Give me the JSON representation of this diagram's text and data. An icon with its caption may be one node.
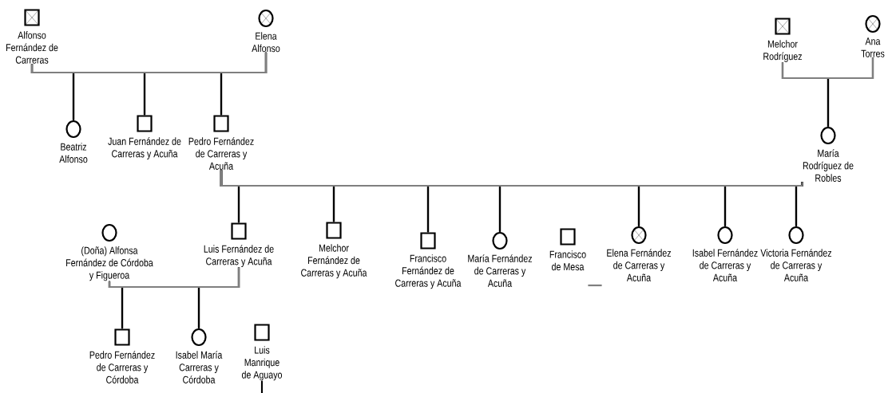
{
  "diagram": {
    "nodes": [
      {
        "text": [],
        "shape": "crossed-box",
        "beside": [
          "Alfonso Fernández de Carreras"
        ]
      },
      {
        "text": [],
        "shape": "crossed-circle",
        "beside": [
          "Elena Alfonso"
        ]
      },
      {
        "text": [],
        "shape": "crossed-box",
        "beside": [
          "Melchor Rodríguez"
        ]
      },
      {
        "text": [],
        "shape": "crossed-circle",
        "beside": [
          "Ana Torres"
        ]
      },
      {
        "text": [],
        "shape": "circle",
        "beside": [
          "Beatriz Alfonso"
        ]
      },
      {
        "text": [],
        "shape": "box",
        "beside": [
          "Juan Fernández de Carreras y Acuña"
        ]
      },
      {
        "text": [],
        "shape": "box",
        "beside": [
          "Pedro Fernández de Carreras y Acuña"
        ]
      },
      {
        "text": [],
        "shape": "circle",
        "beside": [
          "María Rodríguez de Robles"
        ]
      },
      {
        "text": [],
        "shape": "circle",
        "beside": [
          "(Doña) Alfonsa Fernández de Córdoba y Figueroa"
        ]
      },
      {
        "text": [],
        "shape": "box",
        "beside": [
          "Luis Fernández de Carreras y Acuña"
        ]
      },
      {
        "text": [],
        "shape": "box",
        "beside": [
          "Melchor Fernández de Carreras y Acuña"
        ]
      },
      {
        "text": [],
        "shape": "box",
        "beside": [
          "Francisco Fernández de Carreras y Acuña"
        ]
      },
      {
        "text": [],
        "shape": "circle",
        "beside": [
          "María Fernández de Carreras y Acuña"
        ]
      },
      {
        "text": [],
        "shape": "box",
        "beside": [
          "Francisco de Mesa"
        ]
      },
      {
        "text": [],
        "shape": "crossed-circle",
        "beside": [
          "Elena Fernández de Carreras y Acuña"
        ]
      },
      {
        "text": [],
        "shape": "circle",
        "beside": [
          "Isabel Fernández de Carreras y Acuña"
        ]
      },
      {
        "text": [],
        "shape": "circle",
        "beside": [
          "Victoria Fernández de Carreras y Acuña"
        ]
      },
      {
        "text": [],
        "shape": "box",
        "beside": [
          "Pedro Fernández de Carreras y Córdoba"
        ]
      },
      {
        "text": [],
        "shape": "circle",
        "beside": [
          "Isabel María Carreras y Córdoba"
        ]
      },
      {
        "text": [],
        "shape": "box",
        "beside": [
          "Luis Manrique de Aguayo"
        ]
      }
    ],
    "edges": [
      {
        "from": 0,
        "to": 1,
        "arrow": "none",
        "color": "#7f7f7f"
      },
      {
        "from": 2,
        "to": 3,
        "arrow": "none",
        "color": "#7f7f7f"
      },
      {
        "from": 6,
        "to": 7,
        "arrow": "none",
        "color": "#7f7f7f"
      },
      {
        "from": 8,
        "to": 9,
        "arrow": "none",
        "color": "#7f7f7f"
      },
      {
        "from": 13,
        "to": 14,
        "arrow": "none",
        "color": "#7f7f7f"
      },
      {
        "from": 0,
        "to": 4,
        "arrow": "none"
      },
      {
        "from": 1,
        "to": 4,
        "arrow": "none"
      },
      {
        "from": 0,
        "to": 5,
        "arrow": "none"
      },
      {
        "from": 1,
        "to": 5,
        "arrow": "none"
      },
      {
        "from": 0,
        "to": 6,
        "arrow": "none"
      },
      {
        "from": 1,
        "to": 6,
        "arrow": "none"
      },
      {
        "from": 2,
        "to": 7,
        "arrow": "none"
      },
      {
        "from": 3,
        "to": 7,
        "arrow": "none"
      },
      {
        "from": 6,
        "to": 9,
        "arrow": "none"
      },
      {
        "from": 7,
        "to": 9,
        "arrow": "none"
      },
      {
        "from": 6,
        "to": 10,
        "arrow": "none"
      },
      {
        "from": 7,
        "to": 10,
        "arrow": "none"
      },
      {
        "from": 6,
        "to": 11,
        "arrow": "none"
      },
      {
        "from": 7,
        "to": 11,
        "arrow": "none"
      },
      {
        "from": 6,
        "to": 12,
        "arrow": "none"
      },
      {
        "from": 7,
        "to": 12,
        "arrow": "none"
      },
      {
        "from": 6,
        "to": 14,
        "arrow": "none"
      },
      {
        "from": 7,
        "to": 14,
        "arrow": "none"
      },
      {
        "from": 6,
        "to": 15,
        "arrow": "none"
      },
      {
        "from": 7,
        "to": 15,
        "arrow": "none"
      },
      {
        "from": 6,
        "to": 16,
        "arrow": "none"
      },
      {
        "from": 7,
        "to": 16,
        "arrow": "none"
      },
      {
        "from": 8,
        "to": 17,
        "arrow": "none"
      },
      {
        "from": 9,
        "to": 17,
        "arrow": "none"
      },
      {
        "from": 8,
        "to": 18,
        "arrow": "none"
      },
      {
        "from": 9,
        "to": 18,
        "arrow": "none"
      },
      {
        "from": 19,
        "to": null,
        "arrow": "none"
      }
    ]
  }
}
